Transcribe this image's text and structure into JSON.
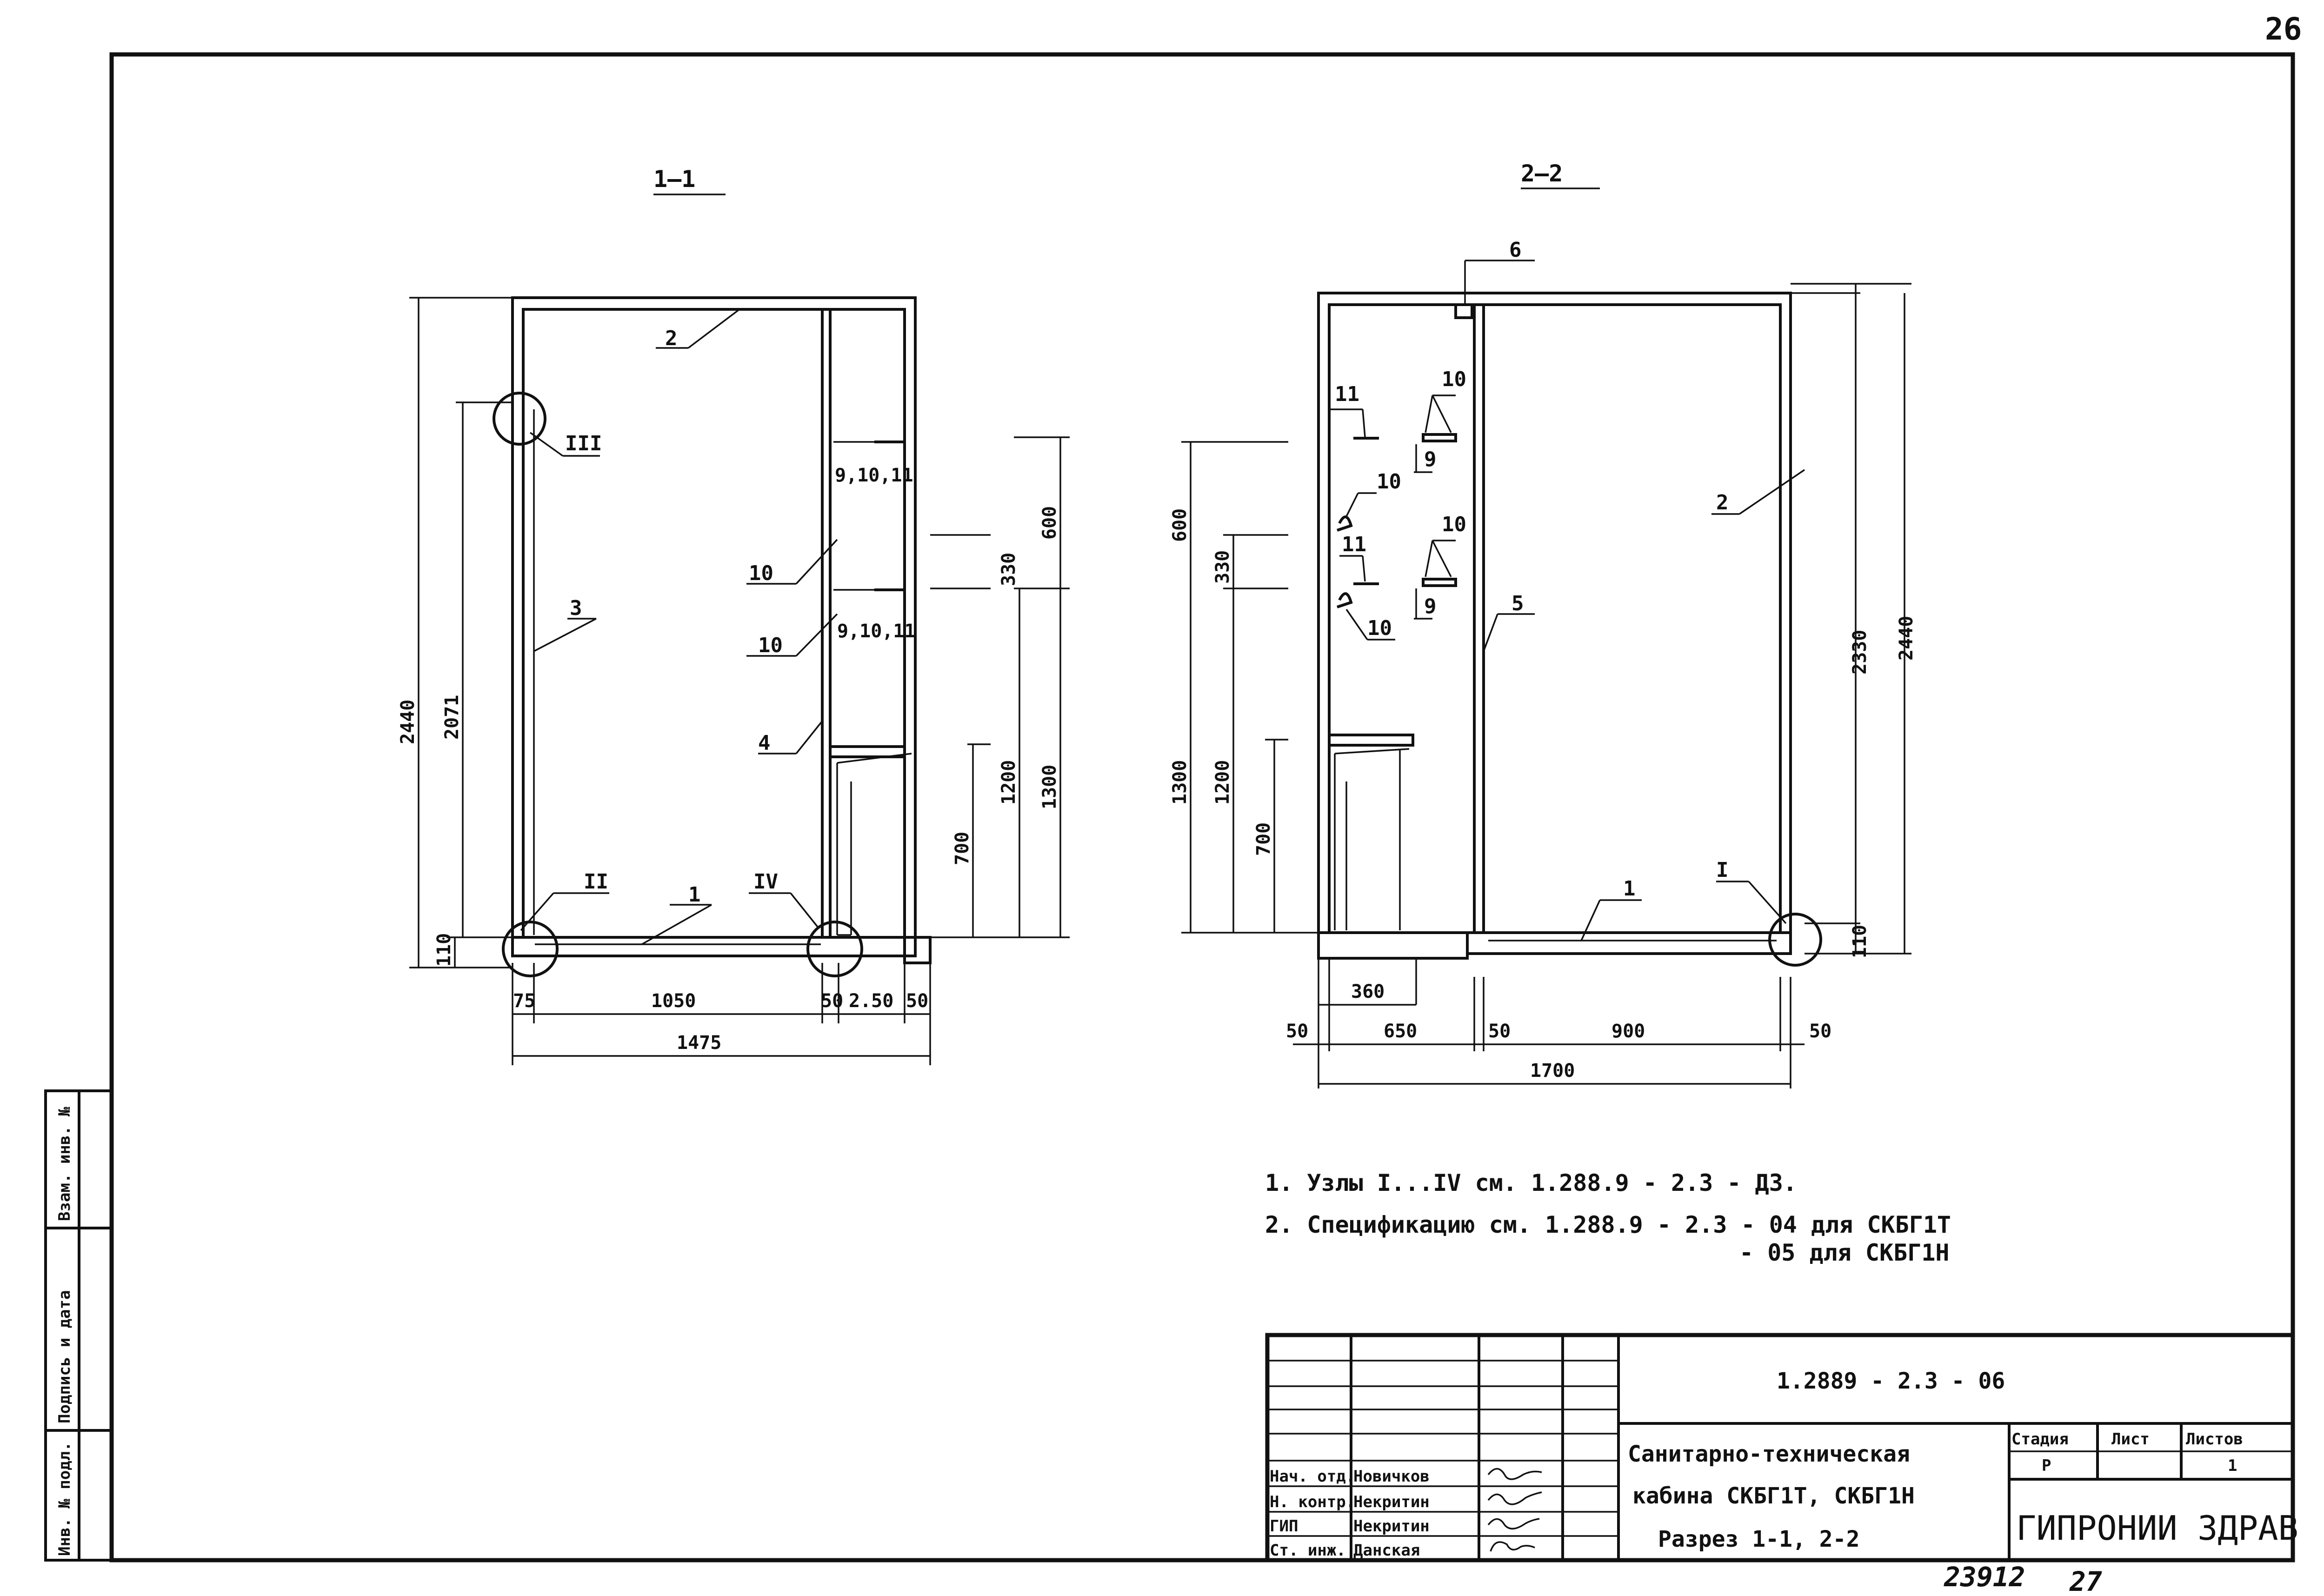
{
  "sheet": {
    "page_number": "26",
    "stamp_code": "23912",
    "stamp_num": "27"
  },
  "section_left": {
    "title": "1—1",
    "labels": [
      "2",
      "3",
      "10",
      "10",
      "4",
      "1",
      "9,10,11",
      "9,10,11"
    ],
    "nodes": [
      "III",
      "II",
      "IV"
    ],
    "dims": {
      "h_total": "2440",
      "h_inner": "2071",
      "h_base": "110",
      "h_600": "600",
      "h_330": "330",
      "h_1300": "1300",
      "h_1200": "1200",
      "h_700": "700",
      "w_75": "75",
      "w_1050": "1050",
      "w_50a": "50",
      "w_250": "2.50",
      "w_50b": "50",
      "w_total": "1475"
    }
  },
  "section_right": {
    "title": "2—2",
    "labels": [
      "6",
      "11",
      "10",
      "9",
      "10",
      "11",
      "10",
      "9",
      "10",
      "2",
      "5",
      "1"
    ],
    "nodes": [
      "I"
    ],
    "dims": {
      "h_600": "600",
      "h_330": "330",
      "h_1300": "1300",
      "h_1200": "1200",
      "h_700": "700",
      "h_2330": "2330",
      "h_2440": "2440",
      "h_110": "110",
      "w_360": "360",
      "w_50a": "50",
      "w_650": "650",
      "w_50b": "50",
      "w_900": "900",
      "w_50c": "50",
      "w_total": "1700"
    }
  },
  "notes": {
    "line1": "1. Узлы I...IV см. 1.288.9 - 2.3 - Д3.",
    "line2": "2. Спецификацию см. 1.288.9 - 2.3 - 04 для СКБГ1Т",
    "line3": "- 05 для СКБГ1Н"
  },
  "side_stamp": {
    "col1": "Инв. № подл.",
    "col2": "Подпись и дата",
    "col3": "Взам. инв. №"
  },
  "title_block": {
    "doc_code": "1.2889 - 2.3 - 06",
    "title_line1": "Санитарно-техническая",
    "title_line2": "кабина СКБГ1Т, СКБГ1Н",
    "title_line3": "Разрез 1-1, 2-2",
    "stage_header": "Стадия",
    "sheet_header": "Лист",
    "sheets_header": "Листов",
    "stage_value": "Р",
    "sheet_value": "",
    "sheets_value": "1",
    "organization": "ГИПРОНИИ ЗДРАВ",
    "staff": [
      {
        "role": "Нач. отд.",
        "name": "Новичков"
      },
      {
        "role": "Н. контр.",
        "name": "Некритин"
      },
      {
        "role": "ГИП",
        "name": "Некритин"
      },
      {
        "role": "Ст. инж.",
        "name": "Данская"
      }
    ]
  }
}
